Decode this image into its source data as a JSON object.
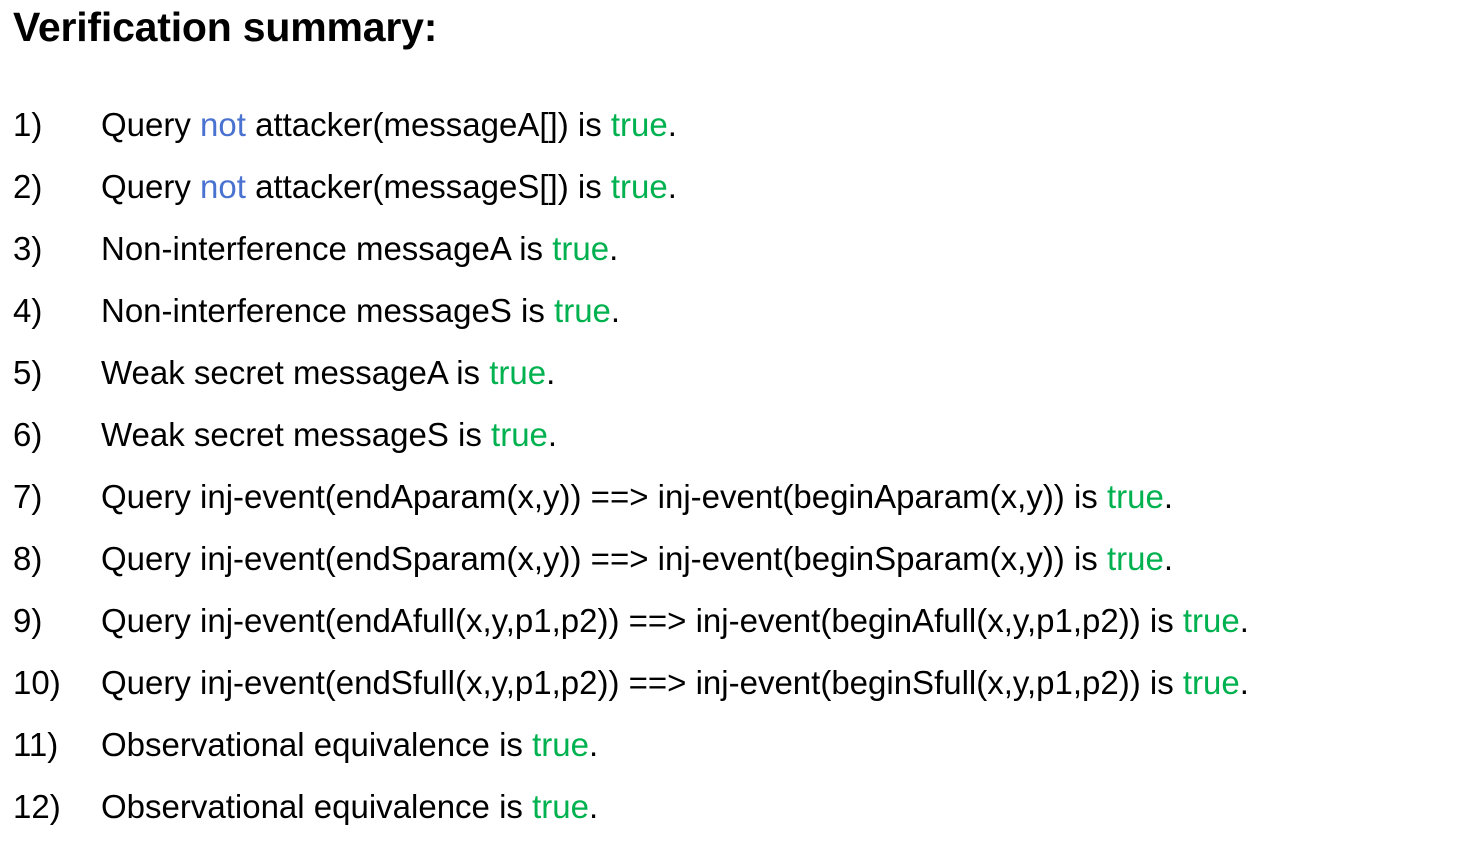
{
  "title": "Verification summary:",
  "colors": {
    "text": "#000000",
    "keyword_not": "#4A72D0",
    "value_true": "#00B14F",
    "background": "#FFFFFF"
  },
  "items": [
    {
      "number": "1)",
      "full_text": "Query not attacker(messageA[]) is true.",
      "parts": [
        {
          "t": "Query ",
          "style": "plain"
        },
        {
          "t": "not",
          "style": "kw-not"
        },
        {
          "t": " attacker(messageA[]) is ",
          "style": "plain"
        },
        {
          "t": "true",
          "style": "val-true"
        },
        {
          "t": ".",
          "style": "plain"
        }
      ]
    },
    {
      "number": "2)",
      "full_text": "Query not attacker(messageS[]) is true.",
      "parts": [
        {
          "t": "Query ",
          "style": "plain"
        },
        {
          "t": "not",
          "style": "kw-not"
        },
        {
          "t": " attacker(messageS[]) is ",
          "style": "plain"
        },
        {
          "t": "true",
          "style": "val-true"
        },
        {
          "t": ".",
          "style": "plain"
        }
      ]
    },
    {
      "number": "3)",
      "full_text": "Non-interference messageA is true.",
      "parts": [
        {
          "t": "Non-interference messageA is ",
          "style": "plain"
        },
        {
          "t": "true",
          "style": "val-true"
        },
        {
          "t": ".",
          "style": "plain"
        }
      ]
    },
    {
      "number": "4)",
      "full_text": "Non-interference messageS is true.",
      "parts": [
        {
          "t": "Non-interference messageS is ",
          "style": "plain"
        },
        {
          "t": "true",
          "style": "val-true"
        },
        {
          "t": ".",
          "style": "plain"
        }
      ]
    },
    {
      "number": "5)",
      "full_text": "Weak secret messageA is true.",
      "parts": [
        {
          "t": "Weak secret messageA is ",
          "style": "plain"
        },
        {
          "t": "true",
          "style": "val-true"
        },
        {
          "t": ".",
          "style": "plain"
        }
      ]
    },
    {
      "number": "6)",
      "full_text": "Weak secret messageS is true.",
      "parts": [
        {
          "t": "Weak secret messageS is ",
          "style": "plain"
        },
        {
          "t": "true",
          "style": "val-true"
        },
        {
          "t": ".",
          "style": "plain"
        }
      ]
    },
    {
      "number": "7)",
      "full_text": "Query inj-event(endAparam(x,y)) ==> inj-event(beginAparam(x,y)) is true.",
      "parts": [
        {
          "t": "Query inj-event(endAparam(x,y)) ==> inj-event(beginAparam(x,y)) is ",
          "style": "plain"
        },
        {
          "t": "true",
          "style": "val-true"
        },
        {
          "t": ".",
          "style": "plain"
        }
      ]
    },
    {
      "number": "8)",
      "full_text": "Query inj-event(endSparam(x,y)) ==> inj-event(beginSparam(x,y)) is true.",
      "parts": [
        {
          "t": "Query inj-event(endSparam(x,y)) ==> inj-event(beginSparam(x,y)) is ",
          "style": "plain"
        },
        {
          "t": "true",
          "style": "val-true"
        },
        {
          "t": ".",
          "style": "plain"
        }
      ]
    },
    {
      "number": "9)",
      "full_text": "Query inj-event(endAfull(x,y,p1,p2)) ==> inj-event(beginAfull(x,y,p1,p2)) is true.",
      "parts": [
        {
          "t": "Query inj-event(endAfull(x,y,p1,p2)) ==> inj-event(beginAfull(x,y,p1,p2)) is ",
          "style": "plain"
        },
        {
          "t": "true",
          "style": "val-true"
        },
        {
          "t": ".",
          "style": "plain"
        }
      ]
    },
    {
      "number": "10)",
      "full_text": "Query inj-event(endSfull(x,y,p1,p2)) ==> inj-event(beginSfull(x,y,p1,p2)) is true.",
      "parts": [
        {
          "t": "Query inj-event(endSfull(x,y,p1,p2)) ==> inj-event(beginSfull(x,y,p1,p2)) is ",
          "style": "plain"
        },
        {
          "t": "true",
          "style": "val-true"
        },
        {
          "t": ".",
          "style": "plain"
        }
      ]
    },
    {
      "number": "11)",
      "full_text": "Observational equivalence is true.",
      "parts": [
        {
          "t": "Observational equivalence is ",
          "style": "plain"
        },
        {
          "t": "true",
          "style": "val-true"
        },
        {
          "t": ".",
          "style": "plain"
        }
      ]
    },
    {
      "number": "12)",
      "full_text": "Observational equivalence is true.",
      "parts": [
        {
          "t": "Observational equivalence is ",
          "style": "plain"
        },
        {
          "t": "true",
          "style": "val-true"
        },
        {
          "t": ".",
          "style": "plain"
        }
      ]
    }
  ]
}
